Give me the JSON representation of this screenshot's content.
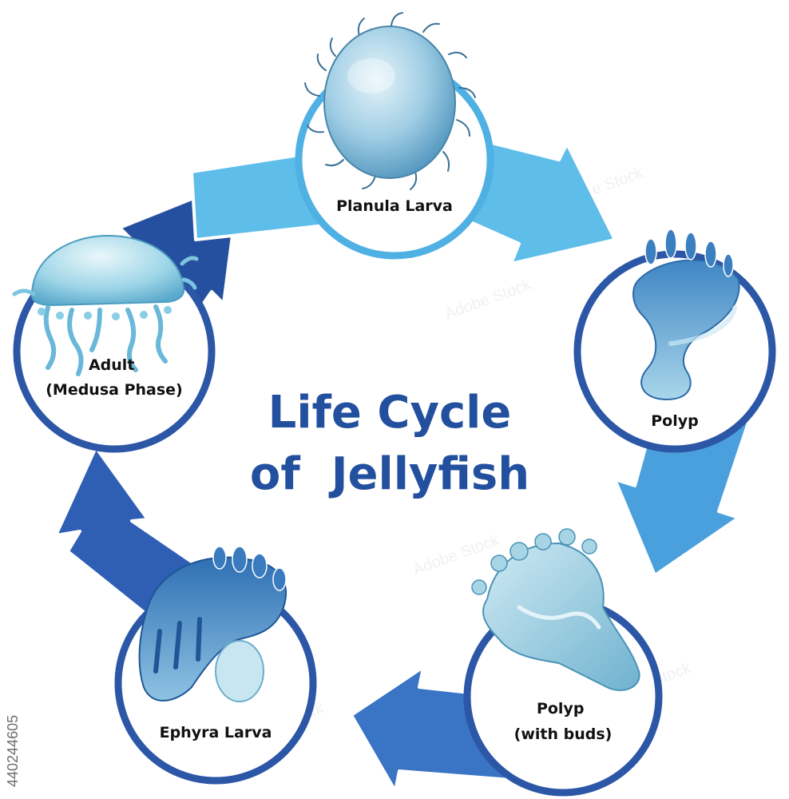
{
  "title": {
    "line1": "Life Cycle",
    "line2": "of  Jellyfish"
  },
  "stages": [
    {
      "label_lines": [
        "Planula Larva"
      ]
    },
    {
      "label_lines": [
        "Polyp"
      ]
    },
    {
      "label_lines": [
        "Polyp",
        "(with buds)"
      ]
    },
    {
      "label_lines": [
        "Ephyra Larva"
      ]
    },
    {
      "label_lines": [
        "Adult",
        "(Medusa Phase)"
      ]
    }
  ],
  "watermark": {
    "stock_id": "440244605"
  },
  "colors": {
    "title": "#23509e",
    "arrow_1": "#5fbdea",
    "arrow_2": "#4aa0dc",
    "arrow_3": "#3a74c4",
    "arrow_4": "#2f5fb4",
    "arrow_5": "#25509f",
    "circle_ring": "#2b57a6",
    "circle_ring_light": "#4fb0e4"
  }
}
